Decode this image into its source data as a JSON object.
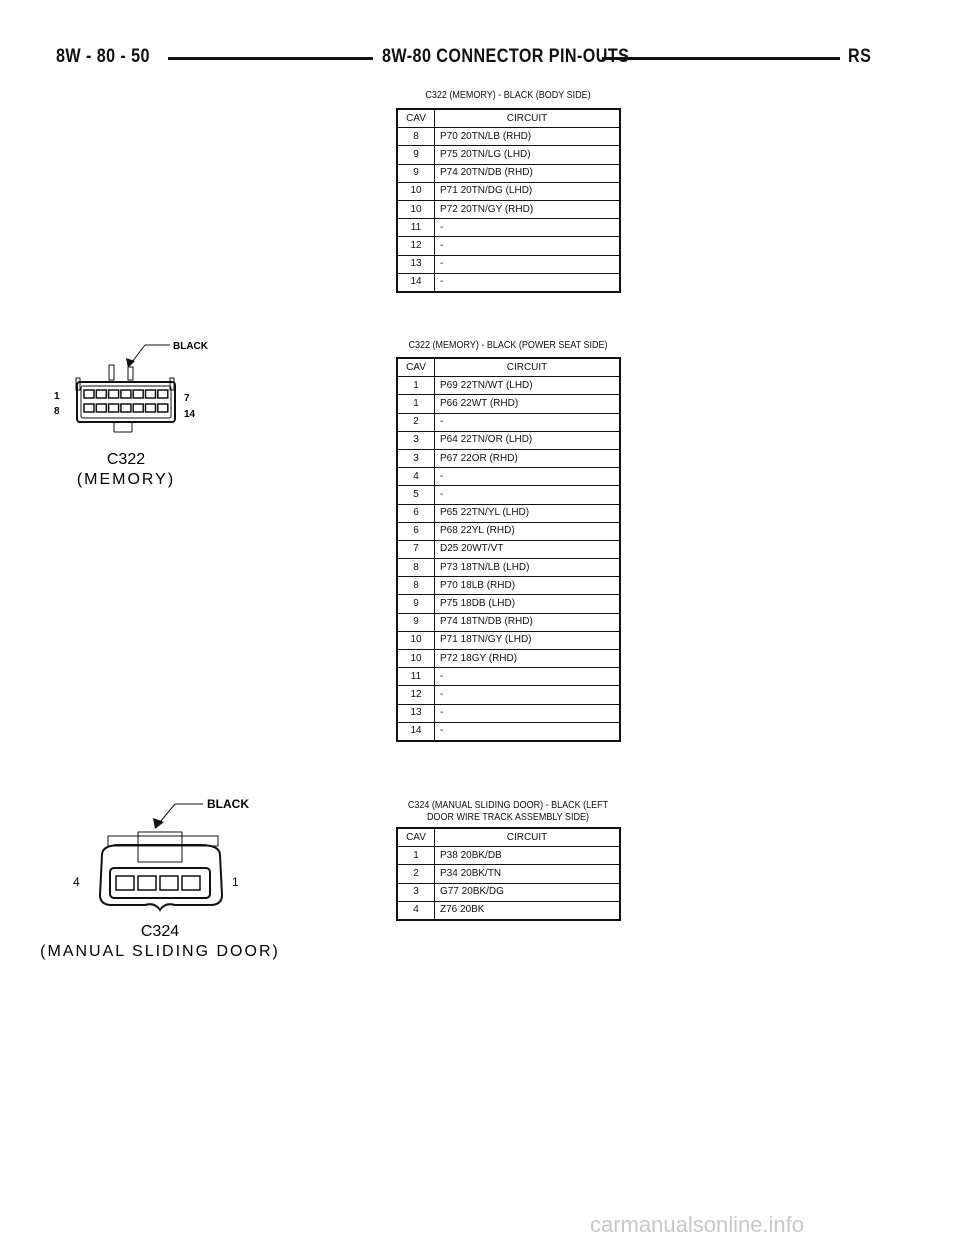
{
  "header": {
    "page_number": "8W - 80 - 50",
    "section_title": "8W-80 CONNECTOR PIN-OUTS",
    "model_code": "RS"
  },
  "tables": [
    {
      "title": "C322 (MEMORY) - BLACK (BODY SIDE)",
      "col_cav": "CAV",
      "col_circuit": "CIRCUIT",
      "rows": [
        {
          "cav": "8",
          "circuit": "P70 20TN/LB (RHD)"
        },
        {
          "cav": "9",
          "circuit": "P75 20TN/LG (LHD)"
        },
        {
          "cav": "9",
          "circuit": "P74 20TN/DB (RHD)"
        },
        {
          "cav": "10",
          "circuit": "P71 20TN/DG (LHD)"
        },
        {
          "cav": "10",
          "circuit": "P72 20TN/GY (RHD)"
        },
        {
          "cav": "11",
          "circuit": "-"
        },
        {
          "cav": "12",
          "circuit": "-"
        },
        {
          "cav": "13",
          "circuit": "-"
        },
        {
          "cav": "14",
          "circuit": "-"
        }
      ]
    },
    {
      "title": "C322 (MEMORY) - BLACK (POWER SEAT SIDE)",
      "col_cav": "CAV",
      "col_circuit": "CIRCUIT",
      "rows": [
        {
          "cav": "1",
          "circuit": "P69 22TN/WT (LHD)"
        },
        {
          "cav": "1",
          "circuit": "P66 22WT (RHD)"
        },
        {
          "cav": "2",
          "circuit": "-"
        },
        {
          "cav": "3",
          "circuit": "P64 22TN/OR (LHD)"
        },
        {
          "cav": "3",
          "circuit": "P67 22OR (RHD)"
        },
        {
          "cav": "4",
          "circuit": "-"
        },
        {
          "cav": "5",
          "circuit": "-"
        },
        {
          "cav": "6",
          "circuit": "P65 22TN/YL (LHD)"
        },
        {
          "cav": "6",
          "circuit": "P68 22YL (RHD)"
        },
        {
          "cav": "7",
          "circuit": "D25 20WT/VT"
        },
        {
          "cav": "8",
          "circuit": "P73 18TN/LB (LHD)"
        },
        {
          "cav": "8",
          "circuit": "P70 18LB (RHD)"
        },
        {
          "cav": "9",
          "circuit": "P75 18DB (LHD)"
        },
        {
          "cav": "9",
          "circuit": "P74 18TN/DB (RHD)"
        },
        {
          "cav": "10",
          "circuit": "P71 18TN/GY (LHD)"
        },
        {
          "cav": "10",
          "circuit": "P72 18GY (RHD)"
        },
        {
          "cav": "11",
          "circuit": "-"
        },
        {
          "cav": "12",
          "circuit": "-"
        },
        {
          "cav": "13",
          "circuit": "-"
        },
        {
          "cav": "14",
          "circuit": "-"
        }
      ]
    },
    {
      "title": "C324 (MANUAL SLIDING DOOR) - BLACK (LEFT DOOR WIRE TRACK ASSEMBLY SIDE)",
      "col_cav": "CAV",
      "col_circuit": "CIRCUIT",
      "rows": [
        {
          "cav": "1",
          "circuit": "P38 20BK/DB"
        },
        {
          "cav": "2",
          "circuit": "P34 20BK/TN"
        },
        {
          "cav": "3",
          "circuit": "G77 20BK/DG"
        },
        {
          "cav": "4",
          "circuit": "Z76 20BK"
        }
      ]
    }
  ],
  "diagrams": [
    {
      "color_label": "BLACK",
      "pin_labels": [
        "1",
        "7",
        "8",
        "14"
      ],
      "name": "C322",
      "caption": "(MEMORY)"
    },
    {
      "color_label": "BLACK",
      "pin_labels": [
        "4",
        "1"
      ],
      "name": "C324",
      "caption": "(MANUAL SLIDING DOOR)"
    }
  ],
  "watermark": "carmanualsonline.info"
}
